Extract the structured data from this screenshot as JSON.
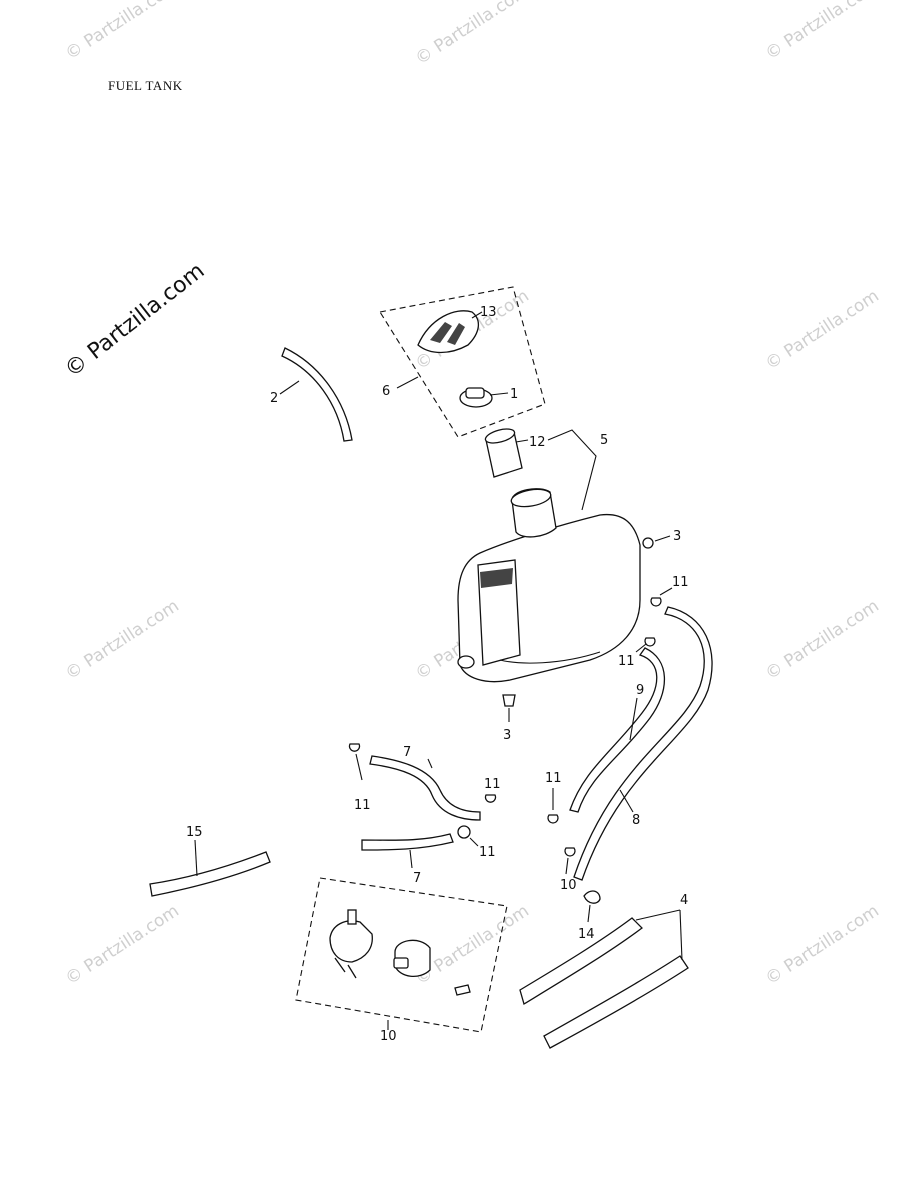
{
  "title": "FUEL TANK",
  "watermark_main": "© Partzilla.com",
  "watermark_faint": "© Partzilla.com",
  "callouts": [
    "1",
    "2",
    "3",
    "3",
    "4",
    "5",
    "6",
    "7",
    "7",
    "8",
    "9",
    "10",
    "11",
    "11",
    "11",
    "11",
    "11",
    "11",
    "12",
    "13",
    "14",
    "15"
  ]
}
